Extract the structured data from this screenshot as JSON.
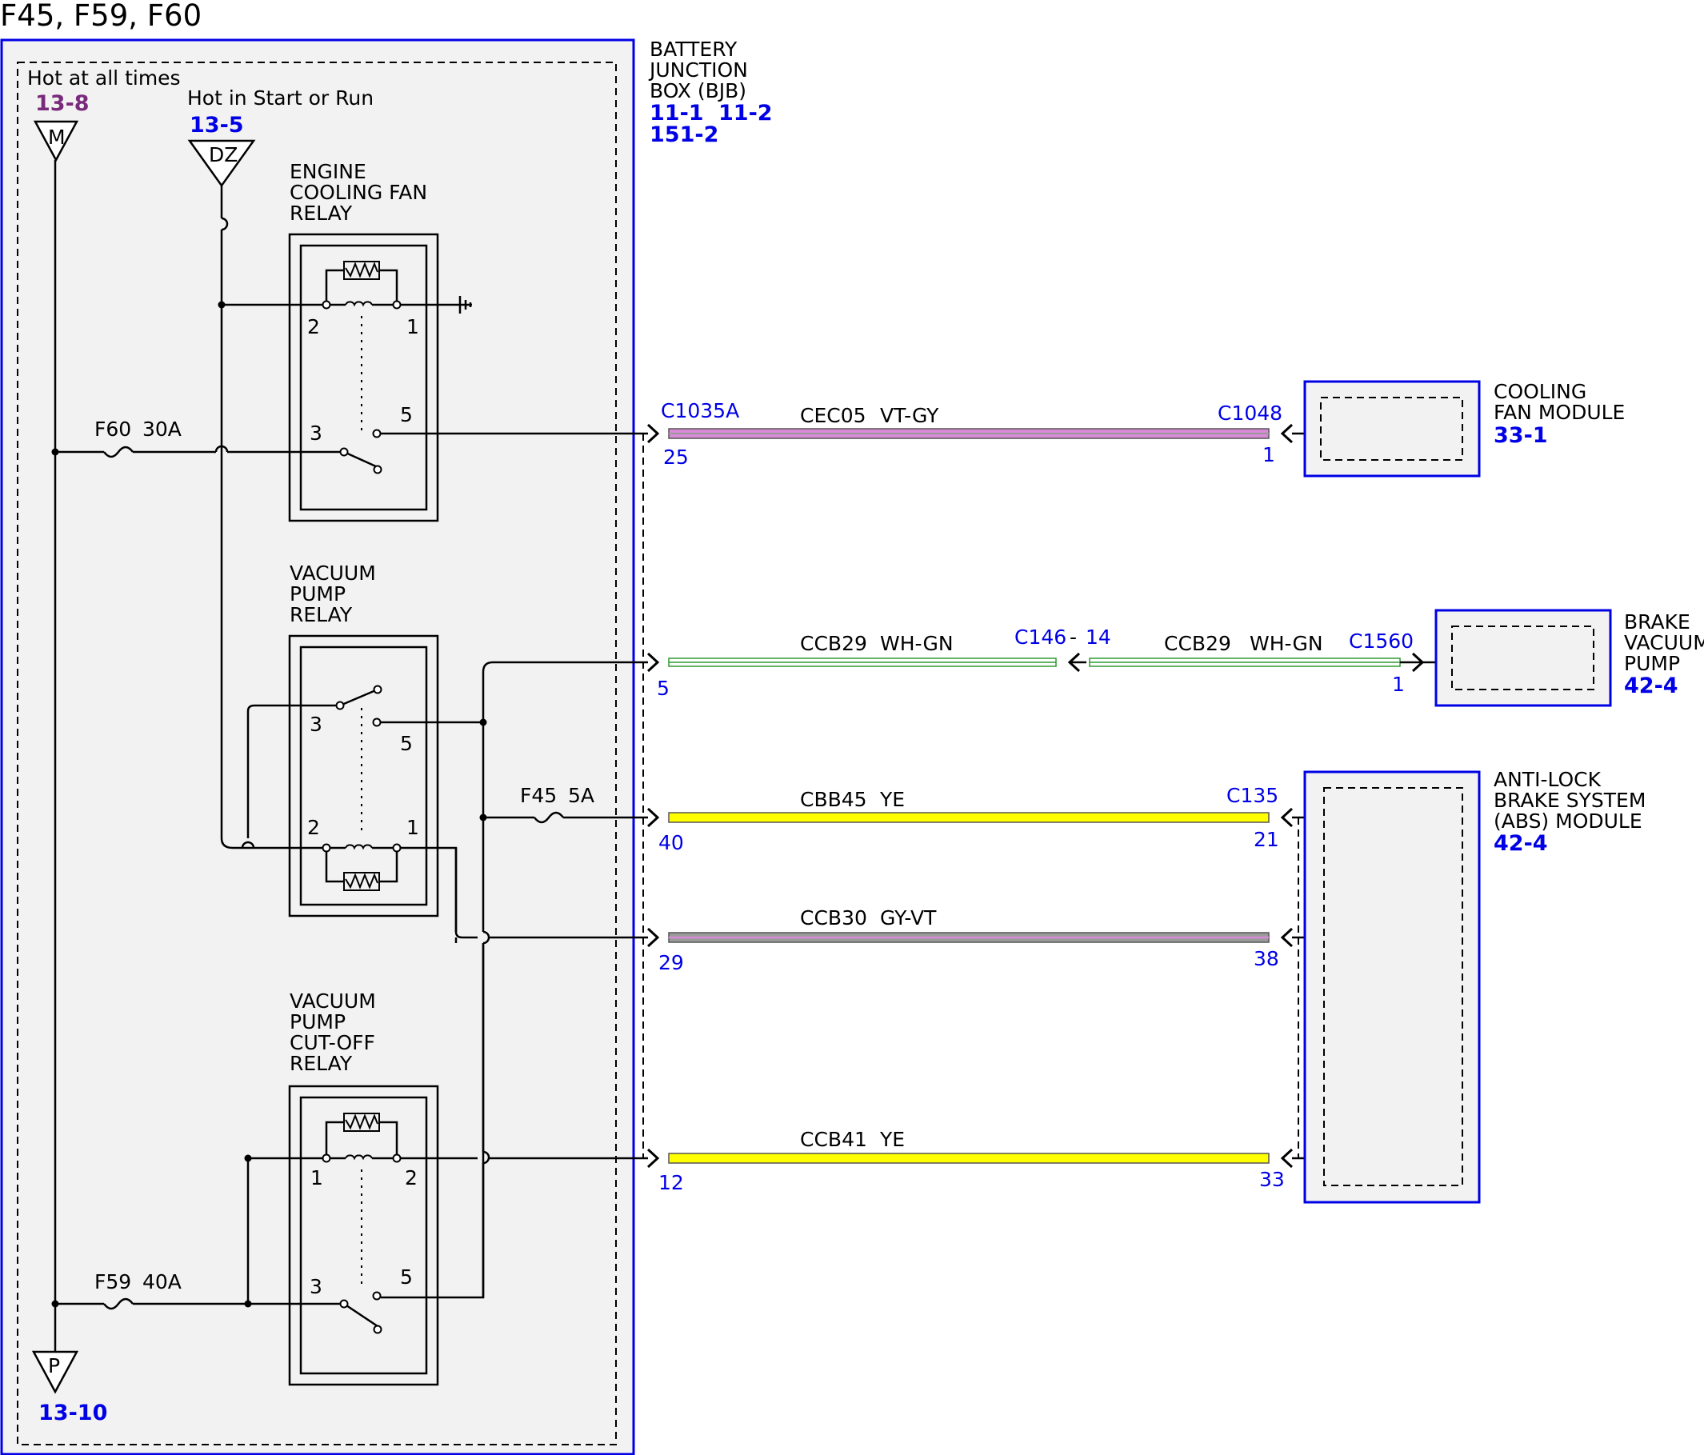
{
  "title": "F45, F59, F60",
  "bjb": {
    "name_lines": [
      "BATTERY",
      "JUNCTION",
      "BOX (BJB)"
    ],
    "refs": [
      "11-1",
      "11-2",
      "151-2"
    ]
  },
  "power": {
    "hot_all_times": "Hot at all times",
    "hot_all_times_ref": "13-8",
    "m_label": "M",
    "hot_start_run": "Hot in Start or Run",
    "hot_start_run_ref": "13-5",
    "dz_label": "DZ",
    "p_label": "P",
    "p_ref": "13-10"
  },
  "fuses": {
    "f60": {
      "name": "F60",
      "rating": "30A"
    },
    "f59": {
      "name": "F59",
      "rating": "40A"
    },
    "f45": {
      "name": "F45",
      "rating": "5A"
    }
  },
  "relays": {
    "cooling_fan": {
      "lines": [
        "ENGINE",
        "COOLING FAN",
        "RELAY"
      ],
      "pins": [
        "2",
        "1",
        "3",
        "5"
      ]
    },
    "vacuum_pump": {
      "lines": [
        "VACUUM",
        "PUMP",
        "RELAY"
      ],
      "pins": [
        "3",
        "5",
        "2",
        "1"
      ]
    },
    "cutoff": {
      "lines": [
        "VACUUM",
        "PUMP",
        "CUT-OFF",
        "RELAY"
      ],
      "pins": [
        "1",
        "2",
        "3",
        "5"
      ]
    }
  },
  "circuits": {
    "cec05": {
      "wire": "CEC05",
      "color": "VT-GY",
      "from_conn": "C1035A",
      "from_pin": "25",
      "to_conn": "C1048",
      "to_pin": "1"
    },
    "ccb29": {
      "wire": "CCB29",
      "color": "WH-GN",
      "from_pin": "5",
      "inline_conn": "C146",
      "inline_pin": "14",
      "wire2": "CCB29",
      "color2": "WH-GN",
      "to_conn": "C1560",
      "to_pin": "1"
    },
    "cbb45": {
      "wire": "CBB45",
      "color": "YE",
      "from_pin": "40",
      "to_conn": "C135",
      "to_pin": "21"
    },
    "ccb30": {
      "wire": "CCB30",
      "color": "GY-VT",
      "from_pin": "29",
      "to_pin": "38"
    },
    "ccb41": {
      "wire": "CCB41",
      "color": "YE",
      "from_pin": "12",
      "to_pin": "33"
    }
  },
  "modules": {
    "cooling_fan": {
      "lines": [
        "COOLING",
        "FAN MODULE"
      ],
      "ref": "33-1"
    },
    "brake_vacuum_pump": {
      "lines": [
        "BRAKE",
        "VACUUM",
        "PUMP"
      ],
      "ref": "42-4"
    },
    "abs": {
      "lines": [
        "ANTI-LOCK",
        "BRAKE SYSTEM",
        "(ABS) MODULE"
      ],
      "ref": "42-4"
    }
  },
  "colors": {
    "boundary": "#0000e6",
    "box_fill": "#f2f2f2",
    "violet": "#d98ad9",
    "gray": "#9a9a9a",
    "white": "#ffffff",
    "green": "#2e9a2e",
    "yellow": "#ffff00",
    "ref_purple": "#7a2a7a"
  }
}
